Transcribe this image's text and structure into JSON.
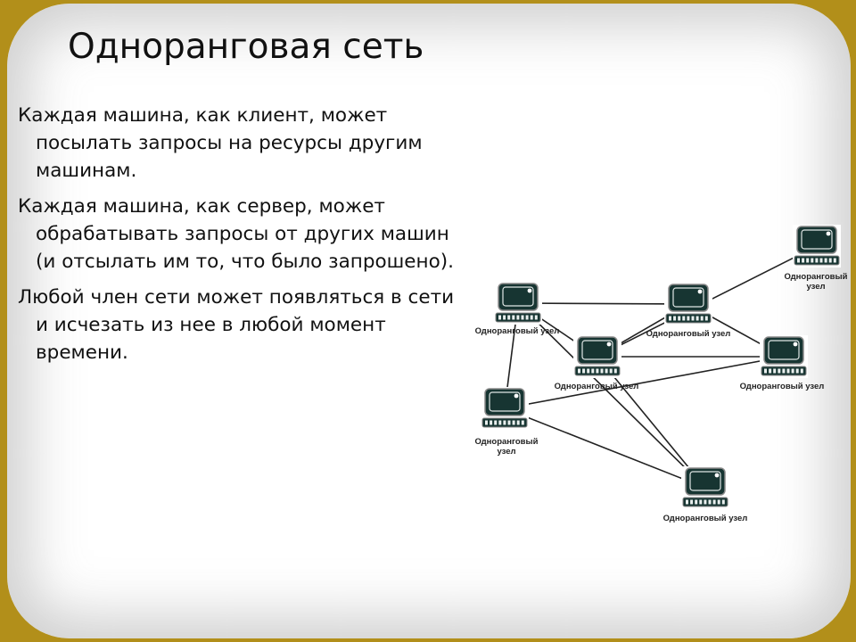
{
  "slide": {
    "title": "Одноранговая сеть",
    "bullets": [
      "Каждая машина, как клиент, может посылать запросы на ресурсы другим машинам.",
      "Каждая машина, как сервер, может обрабатывать запросы от других машин (и отсылать им то, что было запрошено).",
      "Любой член сети может появляться в сети и исчезать из нее в любой момент времени."
    ]
  },
  "diagram": {
    "node_icon": "computer-icon",
    "colors": {
      "background_frame": "#b28f1a",
      "monitor_body": "#173532",
      "monitor_border": "#888888",
      "link": "#222222"
    },
    "nodes": [
      {
        "id": "n1",
        "label_lines": [
          "Одноранговый",
          "узел"
        ]
      },
      {
        "id": "n2",
        "label_lines": [
          "Одноранговый узел"
        ]
      },
      {
        "id": "n3",
        "label_lines": [
          "Одноранговый узел"
        ]
      },
      {
        "id": "n4",
        "label_lines": [
          "Одноранговый",
          "узел"
        ]
      },
      {
        "id": "n5",
        "label_lines": [
          "Одноранговый узел"
        ]
      },
      {
        "id": "n6",
        "label_lines": [
          "Одноранговый узел"
        ]
      },
      {
        "id": "n7",
        "label_lines": [
          "Одноранговый узел"
        ]
      }
    ],
    "links": [
      [
        "n5",
        "n1"
      ],
      [
        "n5",
        "n2"
      ],
      [
        "n5",
        "n3"
      ],
      [
        "n5",
        "n7"
      ],
      [
        "n5",
        "n6"
      ],
      [
        "n2",
        "n3"
      ],
      [
        "n2",
        "n4"
      ],
      [
        "n2",
        "n6"
      ],
      [
        "n4",
        "n6"
      ],
      [
        "n4",
        "n7"
      ],
      [
        "n3",
        "n7"
      ]
    ]
  }
}
